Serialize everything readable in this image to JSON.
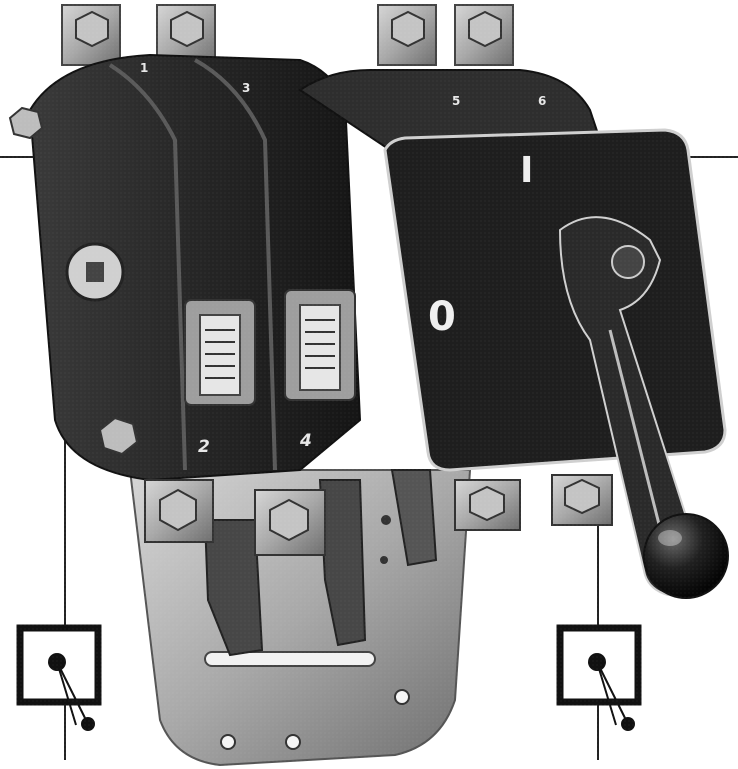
{
  "terminals": {
    "t1": "1",
    "t3": "3",
    "t5": "5",
    "t6": "6",
    "t2": "2",
    "t4": "4"
  },
  "panel": {
    "on_label": "I",
    "off_label": "0"
  },
  "icons": {
    "left_symbol": "switch-symbol-icon",
    "right_symbol": "switch-symbol-icon"
  },
  "colors": {
    "body": "#2b2b2b",
    "metal": "#b9b9b9",
    "panel": "#1f1f1f",
    "line": "#222222"
  }
}
